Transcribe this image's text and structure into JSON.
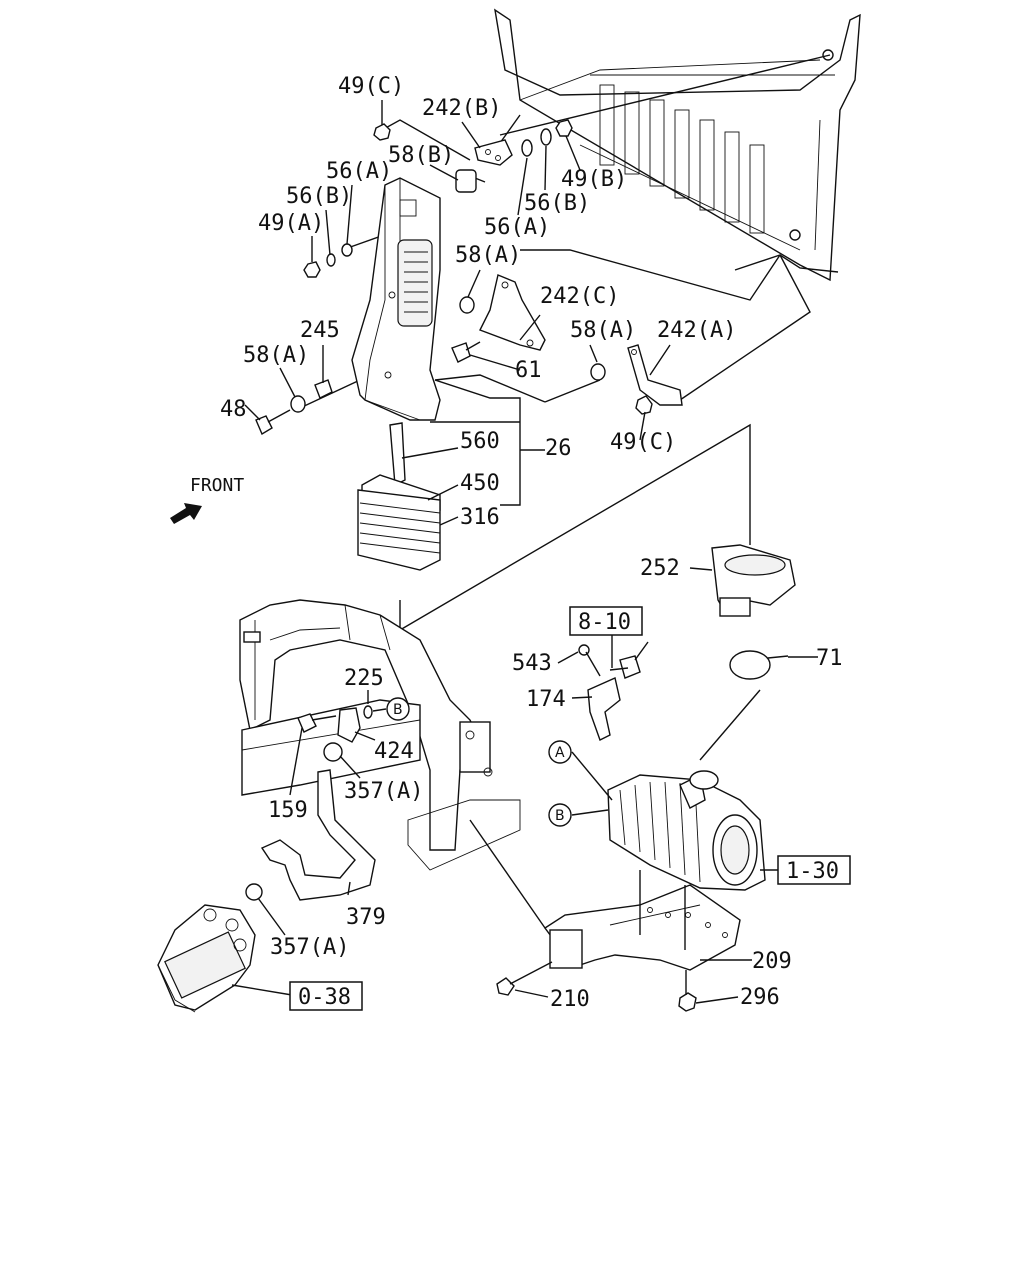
{
  "labels": {
    "l49c_top": "49(C)",
    "l242b": "242(B)",
    "l58b": "58(B)",
    "l56a_left": "56(A)",
    "l56b_left": "56(B)",
    "l49a": "49(A)",
    "l56a_mid": "56(A)",
    "l56b_mid": "56(B)",
    "l49b": "49(B)",
    "l58a_upper": "58(A)",
    "l242c": "242(C)",
    "l245": "245",
    "l58a_left": "58(A)",
    "l48": "48",
    "l61": "61",
    "l58a_right": "58(A)",
    "l242a": "242(A)",
    "l560": "560",
    "l26": "26",
    "l450": "450",
    "l316": "316",
    "l49c_bottom": "49(C)",
    "front": "FRONT",
    "l252": "252",
    "l543": "543",
    "l174": "174",
    "l71": "71",
    "l225": "225",
    "l424": "424",
    "l357a_upper": "357(A)",
    "l159": "159",
    "l379": "379",
    "l357a_lower": "357(A)",
    "l209": "209",
    "l210": "210",
    "l296": "296"
  },
  "boxed_refs": {
    "ref_8_10": "8-10",
    "ref_1_30": "1-30",
    "ref_0_38": "0-38"
  },
  "circled": {
    "a_left": "A",
    "b_left": "B",
    "b_pipe": "B"
  }
}
